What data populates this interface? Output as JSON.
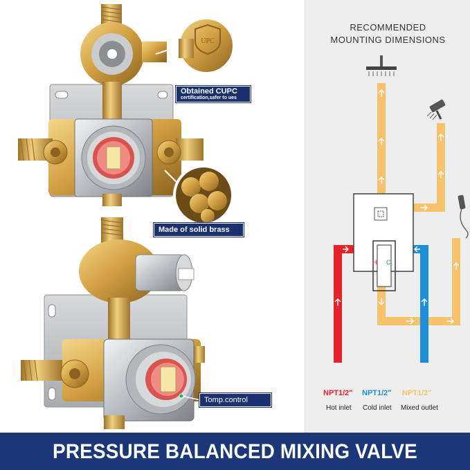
{
  "callouts": {
    "cupc_main": "Obtained CUPC",
    "cupc_sub": "certification,safer to ues",
    "brass": "Made of solid brass",
    "temp_control": "Tomp.control"
  },
  "diagram": {
    "title_line1": "RECOMMENDED",
    "title_line2": "MOUNTING DIMENSIONS",
    "hot_mark": "H",
    "cold_mark": "C",
    "legend": [
      {
        "name": "NPT1/2ʺ",
        "desc": "Hot inlet",
        "color": "#e4232b"
      },
      {
        "name": "NPT1/2ʺ",
        "desc": "Cold inlet",
        "color": "#1e8fd6"
      },
      {
        "name": "NPT1/2ʺ",
        "desc": "Mixed outlet",
        "color": "#f6c26b"
      }
    ]
  },
  "banner": {
    "text": "PRESSURE BALANCED MIXING VALVE"
  },
  "colors": {
    "hot": "#e4232b",
    "cold": "#1e8fd6",
    "mixed": "#f6c26b",
    "brass": "#d4a243",
    "chrome": "#c9cbcd",
    "banner": "#1b3777",
    "callout": "#1c2f6e"
  }
}
